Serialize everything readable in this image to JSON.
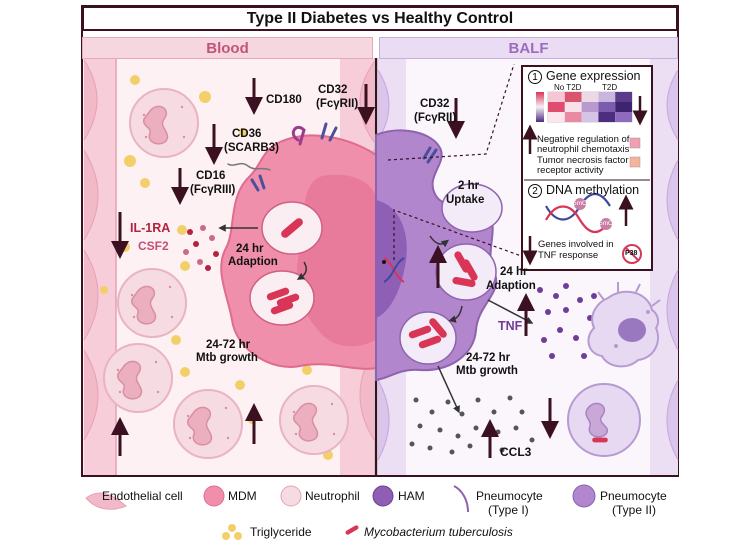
{
  "title": "Type II Diabetes vs Healthy Control",
  "panels": {
    "blood": "Blood",
    "balf": "BALF"
  },
  "blood_labels": {
    "cd180": "CD180",
    "cd32_line1": "CD32",
    "cd32_line2": "(FcγRII)",
    "cd36_line1": "CD36",
    "cd36_line2": "(SCARB3)",
    "cd16_line1": "CD16",
    "cd16_line2": "(FcγRIII)",
    "il1ra": "IL-1RA",
    "csf2": "CSF2",
    "adaption_line1": "24 hr",
    "adaption_line2": "Adaption",
    "growth_line1": "24-72 hr",
    "growth_line2": "Mtb growth"
  },
  "balf_labels": {
    "cd32_line1": "CD32",
    "cd32_line2": "(FcγRII)",
    "uptake_line1": "2 hr",
    "uptake_line2": "Uptake",
    "adaption_line1": "24 hr",
    "adaption_line2": "Adaption",
    "growth_line1": "24-72 hr",
    "growth_line2": "Mtb growth",
    "tnf": "TNF",
    "ccl3": "CCL3"
  },
  "inset": {
    "section1_num": "1",
    "section1_title": "Gene expression",
    "group_no_t2d": "No T2D",
    "group_t2d": "T2D",
    "go_term_1_line1": "Negative regulation of",
    "go_term_1_line2": "neutrophil chemotaxis",
    "go_term_2_line1": "Tumor necrosis factor",
    "go_term_2_line2": "receptor activity",
    "section2_num": "2",
    "section2_title": "DNA methylation",
    "methyl_tag": "5mC",
    "genes_line1": "Genes involved in",
    "genes_line2": "TNF response",
    "p38_label": "P38",
    "heatmap_colors": [
      [
        "#f5c6d3",
        "#d9546f",
        "#ecd9e6",
        "#c8b6df",
        "#5a3a8a"
      ],
      [
        "#e04c70",
        "#f8e1e8",
        "#b89ad0",
        "#7d5cae",
        "#3e2370"
      ],
      [
        "#fbe6ec",
        "#e98aa2",
        "#d6c4e6",
        "#4c2d80",
        "#8e6bbe"
      ]
    ],
    "go_colors": [
      "#f29fb3",
      "#f4b49a"
    ]
  },
  "legend": {
    "endothelial": "Endothelial cell",
    "mdm": "MDM",
    "neutrophil": "Neutrophil",
    "ham": "HAM",
    "pneumocyte1_line1": "Pneumocyte",
    "pneumocyte1_line2": "(Type I)",
    "pneumocyte2_line1": "Pneumocyte",
    "pneumocyte2_line2": "(Type II)",
    "triglyceride": "Triglyceride",
    "mtb": "Mycobacterium tuberculosis"
  },
  "colors": {
    "arrow": "#3b1021",
    "blood_bg": "#fdf1f3",
    "balf_bg": "#faf6fc",
    "mdm": "#f08fac",
    "ham": "#b186cc",
    "mtb": "#d93556",
    "triglyceride": "#f3cf6a"
  }
}
